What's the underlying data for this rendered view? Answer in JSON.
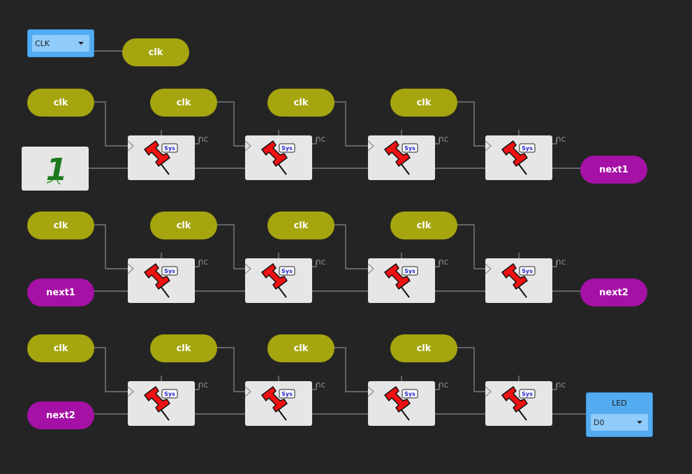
{
  "clock_input": {
    "selected": "CLK"
  },
  "led_output": {
    "title": "LED",
    "selected": "D0"
  },
  "constant": {
    "value": "1"
  },
  "flipflop": {
    "badge": "Sys",
    "nc_label": "nc"
  },
  "tags": [
    {
      "label": "clk"
    },
    {
      "label": "clk"
    },
    {
      "label": "clk"
    },
    {
      "label": "clk"
    },
    {
      "label": "clk"
    },
    {
      "label": "next1"
    },
    {
      "label": "clk"
    },
    {
      "label": "clk"
    },
    {
      "label": "clk"
    },
    {
      "label": "clk"
    },
    {
      "label": "next1"
    },
    {
      "label": "next2"
    },
    {
      "label": "clk"
    },
    {
      "label": "clk"
    },
    {
      "label": "clk"
    },
    {
      "label": "clk"
    },
    {
      "label": "next2"
    }
  ],
  "colors": {
    "background": "#242424",
    "clk_tag": "#a5a50f",
    "signal_tag": "#a510a5",
    "io_block": "#53acf2",
    "block": "#e6e6e6",
    "wire": "#8a8a8a"
  }
}
